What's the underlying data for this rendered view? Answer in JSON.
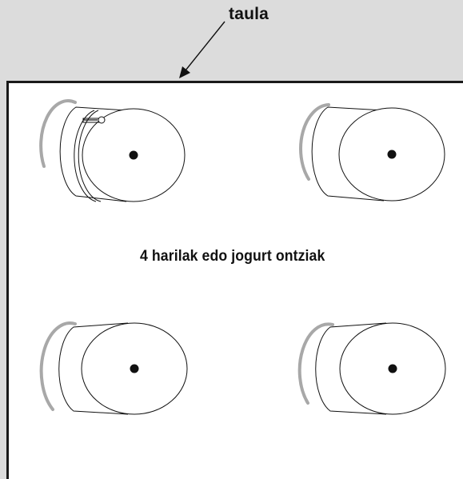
{
  "labels": {
    "table": "taula",
    "containers_caption": "4 harilak edo jogurt ontziak"
  },
  "containers": [
    {
      "id": "top-left",
      "has_string_and_pin": true
    },
    {
      "id": "top-right",
      "has_string_and_pin": false
    },
    {
      "id": "bottom-left",
      "has_string_and_pin": false
    },
    {
      "id": "bottom-right",
      "has_string_and_pin": false
    }
  ],
  "colors": {
    "background": "#dcdcdc",
    "table_surface": "#ffffff",
    "outline": "#1a1a1a",
    "shadow_arc": "#a8a8a8"
  }
}
